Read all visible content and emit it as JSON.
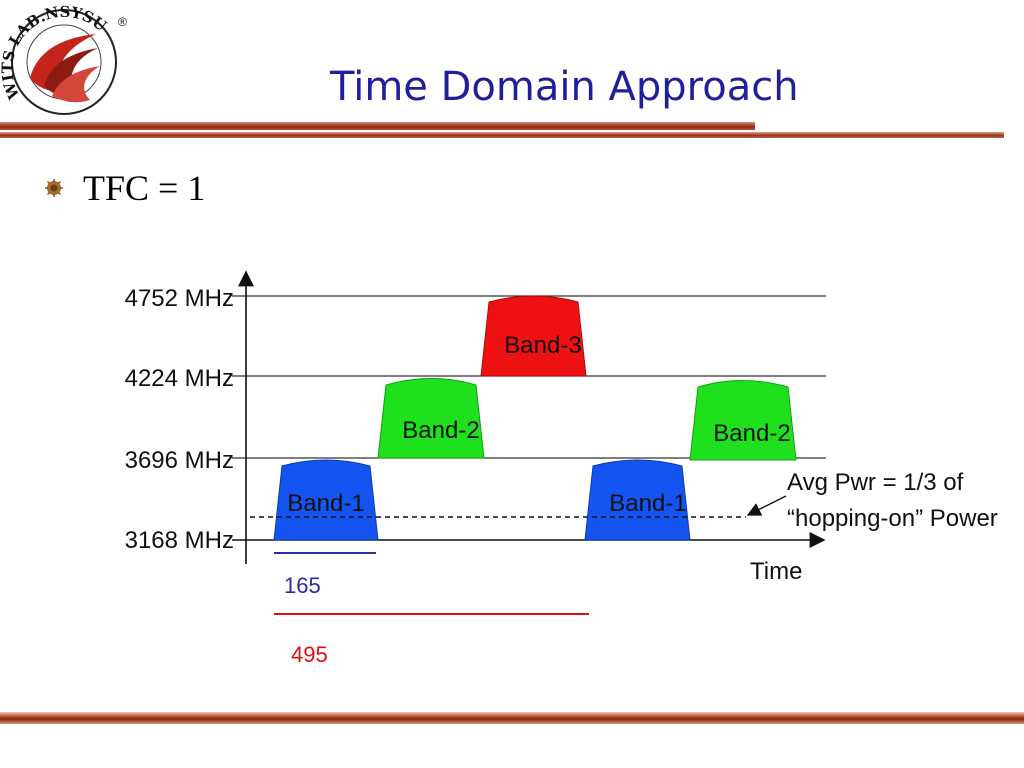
{
  "logo": {
    "name_text": "WITS LAB.NSYSU",
    "registered_mark": "®"
  },
  "slide": {
    "title": "Time Domain Approach"
  },
  "bullet": {
    "text": "TFC = 1"
  },
  "diagram": {
    "y_labels": [
      "4752 MHz",
      "4224 MHz",
      "3696 MHz",
      "3168 MHz"
    ],
    "x_axis_label": "Time",
    "bands": [
      {
        "label": "Band-1",
        "color": "#1454f0"
      },
      {
        "label": "Band-2",
        "color": "#1fe01c"
      },
      {
        "label": "Band-3",
        "color": "#ee1111"
      },
      {
        "label": "Band-1",
        "color": "#1454f0"
      },
      {
        "label": "Band-2",
        "color": "#1fe01c"
      }
    ],
    "annotation": {
      "line1": "Avg Pwr = 1/3 of",
      "line2": "“hopping-on” Power"
    },
    "durations": [
      {
        "label": "165",
        "color": "#2b2ba0"
      },
      {
        "label": "495",
        "color": "#e01010"
      }
    ]
  }
}
